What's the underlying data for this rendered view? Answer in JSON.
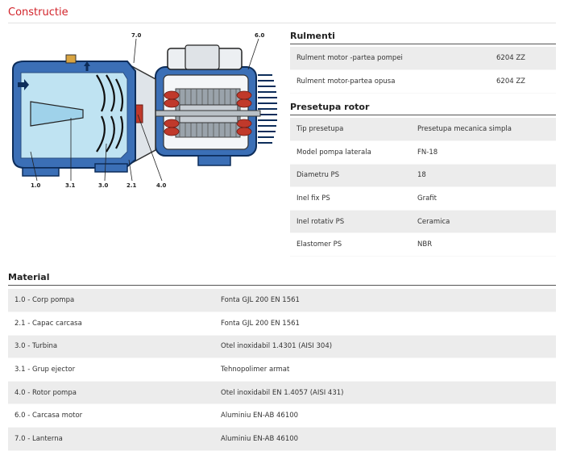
{
  "page": {
    "title": "Constructie"
  },
  "diagram": {
    "callouts": [
      "7.0",
      "6.0",
      "1.0",
      "3.1",
      "3.0",
      "2.1",
      "4.0"
    ]
  },
  "rulmenti": {
    "title": "Rulmenti",
    "rows": [
      {
        "label": "Rulment motor -partea pompei",
        "value": "6204 ZZ"
      },
      {
        "label": "Rulment motor-partea opusa",
        "value": "6204 ZZ"
      }
    ]
  },
  "presetupa": {
    "title": "Presetupa rotor",
    "rows": [
      {
        "label": "Tip presetupa",
        "value": "Presetupa mecanica simpla"
      },
      {
        "label": "Model pompa laterala",
        "value": "FN-18"
      },
      {
        "label": "Diametru PS",
        "value": "18"
      },
      {
        "label": "Inel fix PS",
        "value": "Grafit"
      },
      {
        "label": "Inel rotativ PS",
        "value": "Ceramica"
      },
      {
        "label": "Elastomer PS",
        "value": "NBR"
      }
    ]
  },
  "material": {
    "title": "Material",
    "rows": [
      {
        "label": "1.0 - Corp pompa",
        "value": "Fonta GJL 200 EN 1561"
      },
      {
        "label": "2.1 - Capac carcasa",
        "value": "Fonta GJL 200 EN 1561"
      },
      {
        "label": "3.0 - Turbina",
        "value": "Otel inoxidabil 1.4301 (AISI 304)"
      },
      {
        "label": "3.1 - Grup ejector",
        "value": "Tehnopolimer armat"
      },
      {
        "label": "4.0 - Rotor pompa",
        "value": "Otel inoxidabil EN 1.4057 (AISI 431)"
      },
      {
        "label": "6.0 - Carcasa motor",
        "value": "Aluminiu EN-AB 46100"
      },
      {
        "label": "7.0 - Lanterna",
        "value": "Aluminiu EN-AB 46100"
      }
    ]
  }
}
